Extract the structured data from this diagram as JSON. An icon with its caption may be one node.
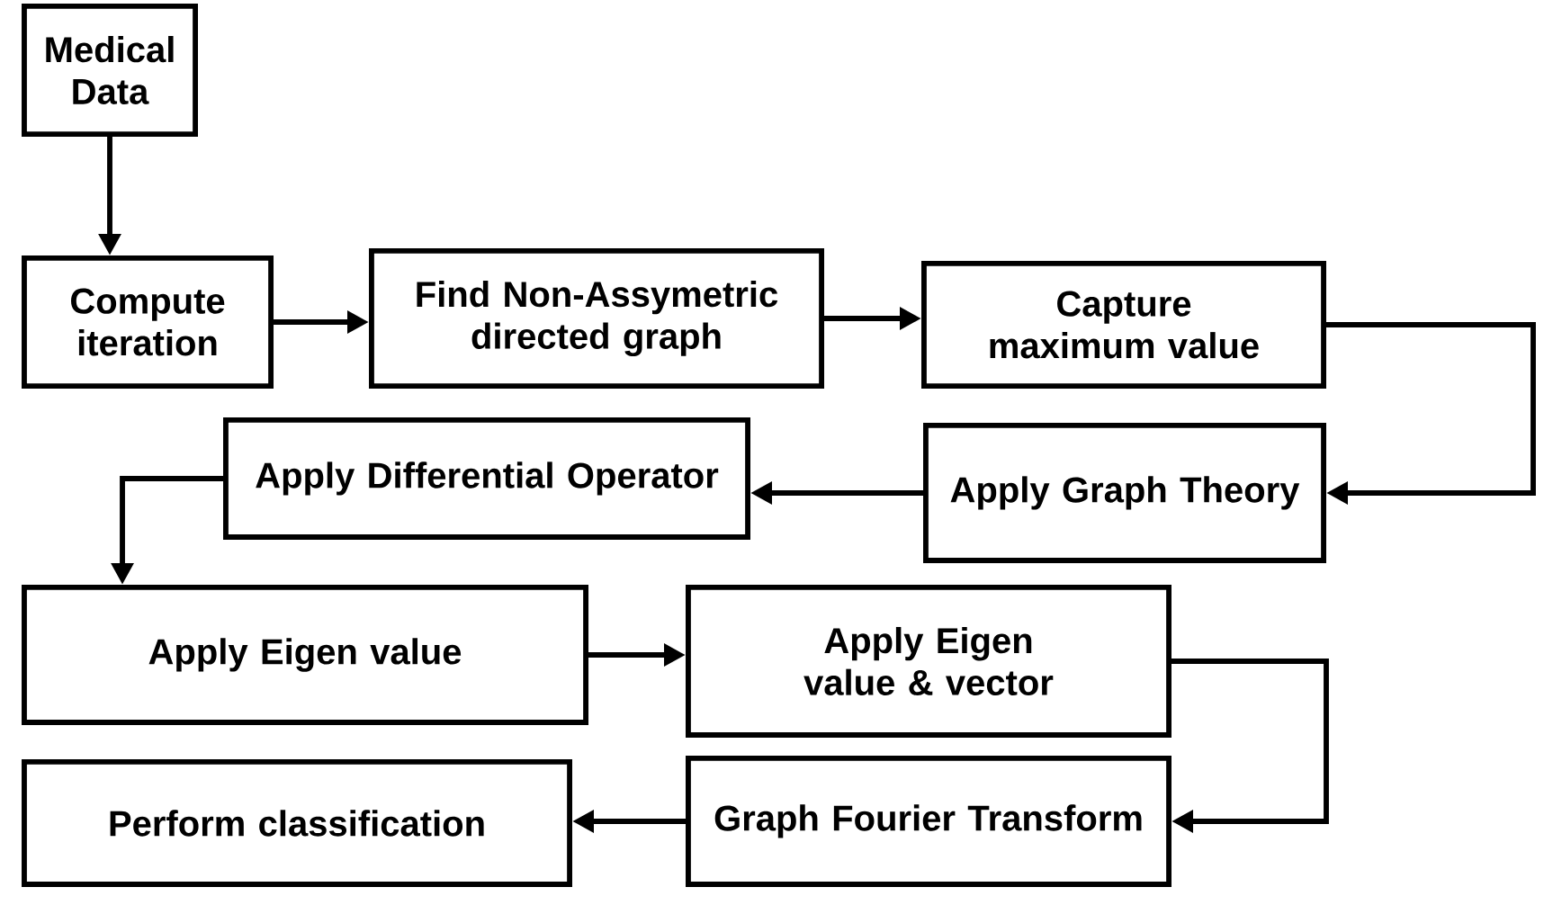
{
  "diagram": {
    "nodes": [
      {
        "text": [
          "Medical Data"
        ]
      },
      {
        "text": [
          "Compute iteration"
        ]
      },
      {
        "text": [
          "Find Non-Assymetric directed graph"
        ]
      },
      {
        "text": [
          "Capture maximum value"
        ]
      },
      {
        "text": [
          "Apply Graph Theory"
        ]
      },
      {
        "text": [
          "Apply Differential Operator"
        ]
      },
      {
        "text": [
          "Apply Eigen value"
        ]
      },
      {
        "text": [
          "Apply Eigen value & vector"
        ]
      },
      {
        "text": [
          "Graph Fourier Transform"
        ]
      },
      {
        "text": [
          "Perform classification"
        ]
      }
    ],
    "edges": [
      {
        "from": 0,
        "to": 1,
        "arrow": "to"
      },
      {
        "from": 1,
        "to": 2,
        "arrow": "to"
      },
      {
        "from": 2,
        "to": 3,
        "arrow": "to"
      },
      {
        "from": 3,
        "to": 4,
        "arrow": "to"
      },
      {
        "from": 4,
        "to": 5,
        "arrow": "to"
      },
      {
        "from": 5,
        "to": 6,
        "arrow": "to"
      },
      {
        "from": 6,
        "to": 7,
        "arrow": "to"
      },
      {
        "from": 7,
        "to": 8,
        "arrow": "to"
      },
      {
        "from": 8,
        "to": 9,
        "arrow": "to"
      }
    ]
  }
}
